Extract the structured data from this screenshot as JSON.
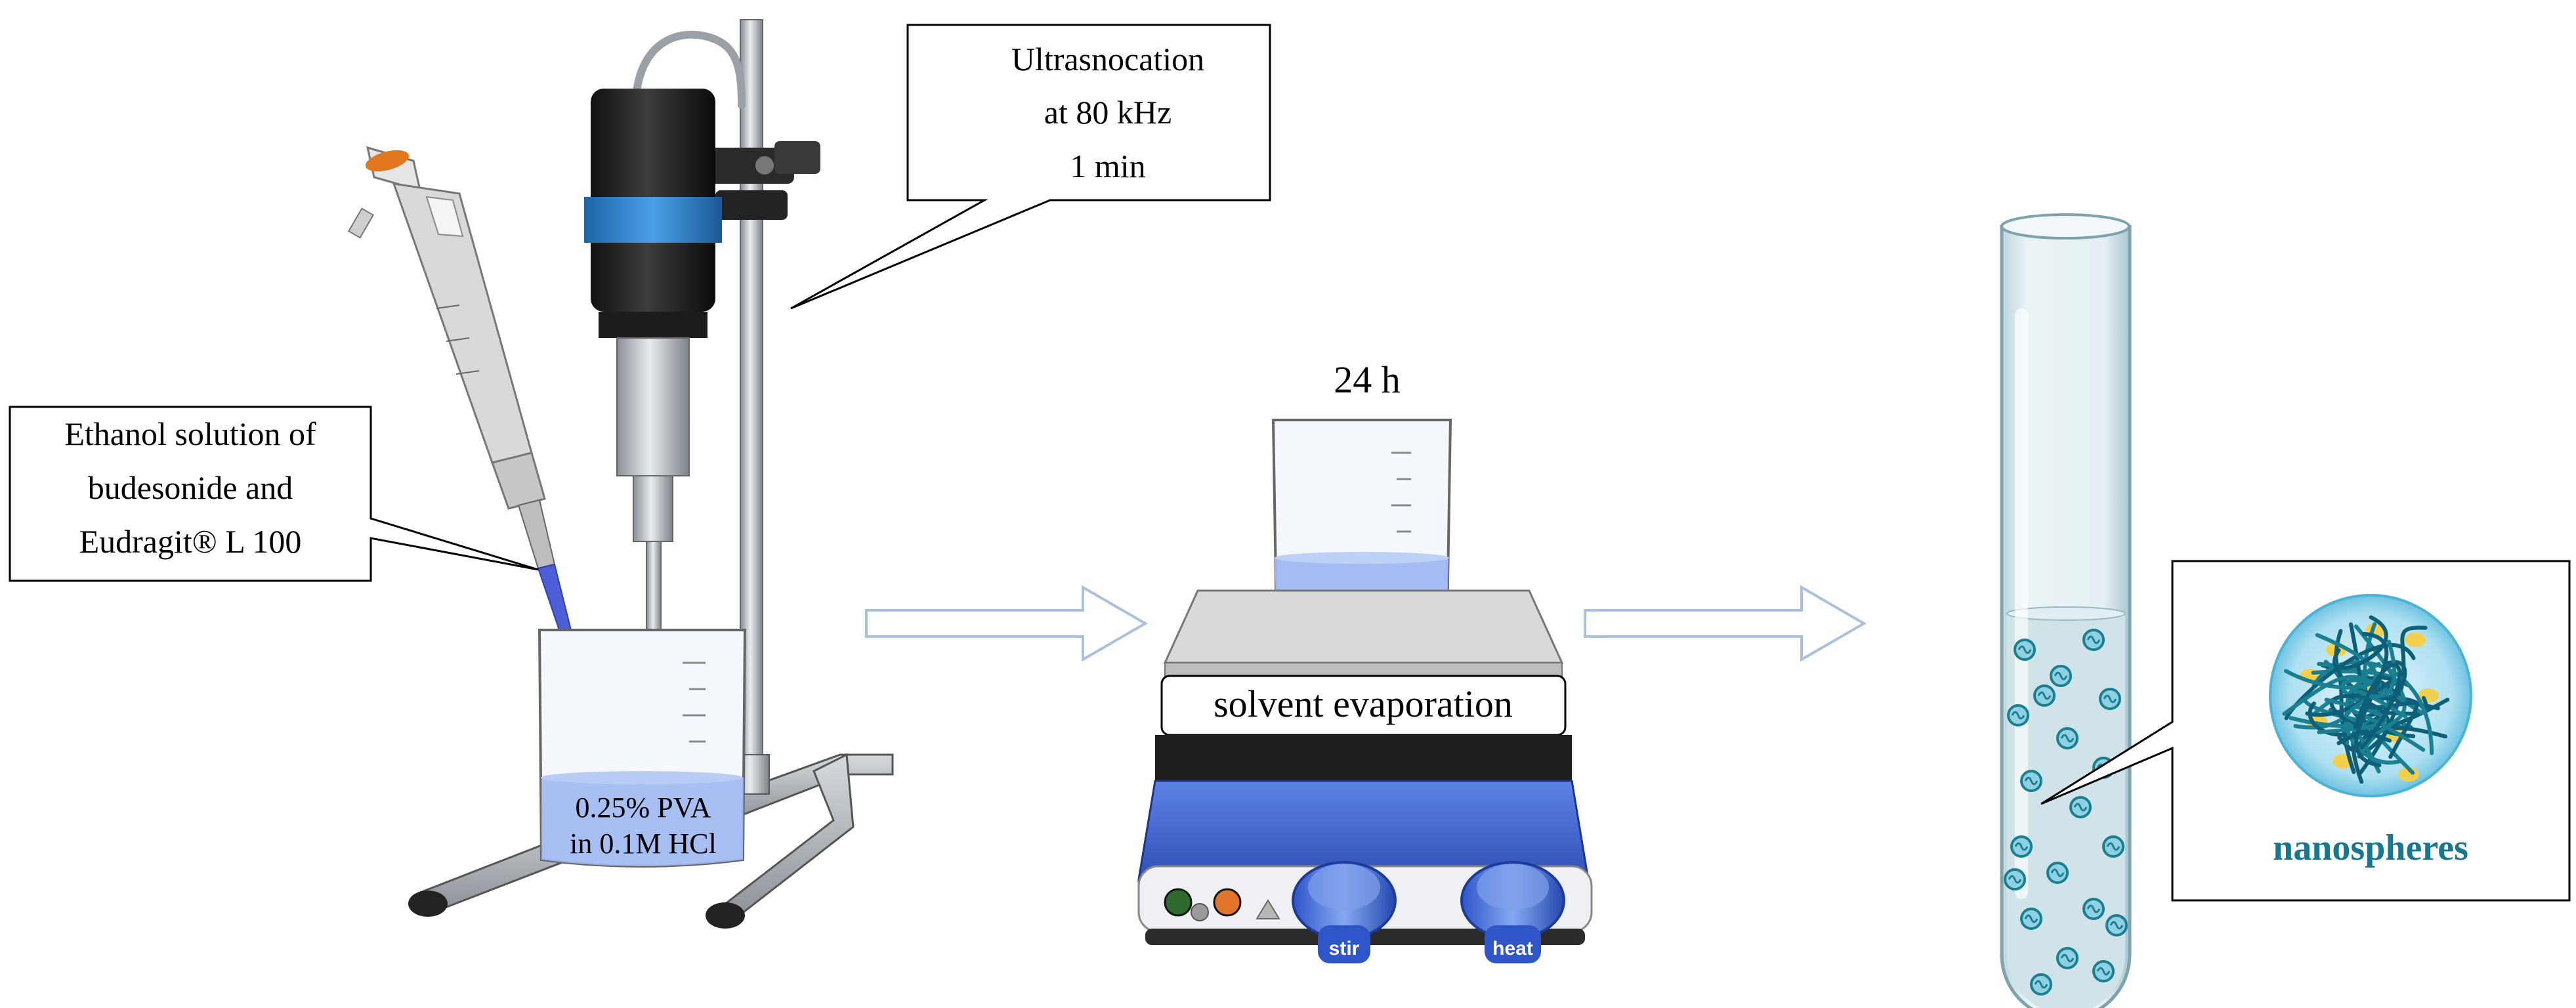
{
  "callouts": {
    "ultrasonication": [
      "Ultrasnocation",
      "at 80 kHz",
      "1 min"
    ],
    "ethanol": [
      "Ethanol solution of",
      "budesonide and",
      "Eudragit® L 100"
    ]
  },
  "beaker_left": {
    "label": [
      "0.25% PVA",
      "in 0.1M HCl"
    ]
  },
  "step2": {
    "time": "24 h",
    "process": "solvent evaporation",
    "knob_stir": "stir",
    "knob_heat": "heat"
  },
  "step3": {
    "zoom_label": "nanospheres"
  },
  "colors": {
    "liquid": "#9fb8f2",
    "arrow": "#a9c1dc",
    "hotplate_body": "#3f63d4",
    "tube_liquid": "#cfe3e8",
    "nanosphere": "#1a7f91",
    "nano_text": "#16788e",
    "polymer_yellow": "#f2cf4c"
  }
}
